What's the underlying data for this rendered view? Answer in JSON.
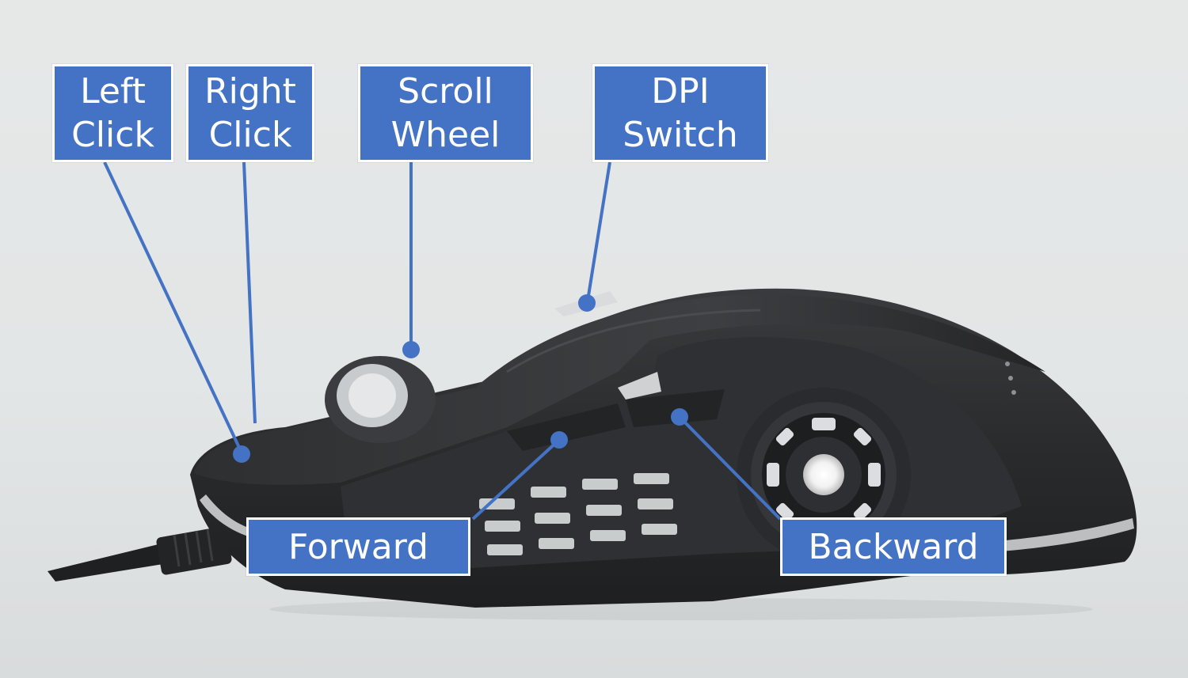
{
  "labels": {
    "left_click": "Left\nClick",
    "right_click": "Right\nClick",
    "scroll_wheel": "Scroll\nWheel",
    "dpi_switch": "DPI\nSwitch",
    "forward": "Forward",
    "backward": "Backward"
  },
  "colors": {
    "label_fill": "#4472c4",
    "label_border": "#ffffff",
    "leader_line": "#4472c4",
    "mouse_body": "#2b2c2e",
    "background": "#e4e7e7"
  },
  "icons": {
    "product": "gaming-mouse-side-view"
  }
}
